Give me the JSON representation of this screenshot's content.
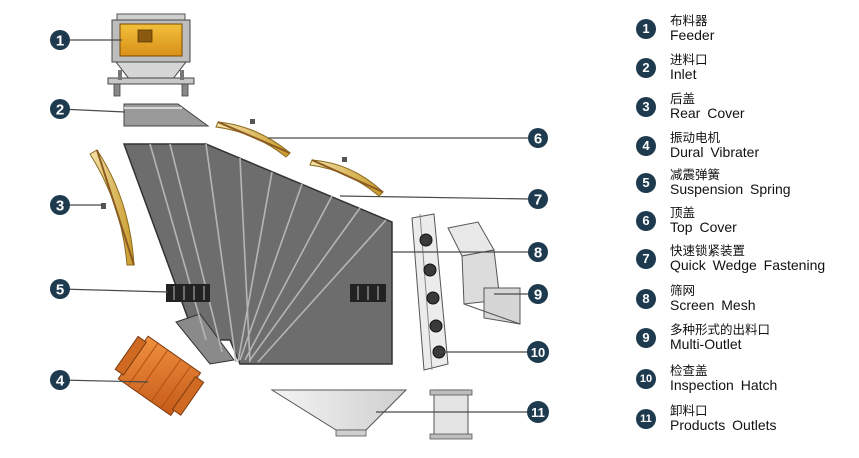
{
  "callouts": [
    {
      "number": "1",
      "chinese": "布料器",
      "english": "Feeder"
    },
    {
      "number": "2",
      "chinese": "进料口",
      "english": "Inlet"
    },
    {
      "number": "3",
      "chinese": "后盖",
      "english": "Rear  Cover"
    },
    {
      "number": "4",
      "chinese": "振动电机",
      "english": "Dural Vibrater"
    },
    {
      "number": "5",
      "chinese": "减震弹簧",
      "english": "Suspension  Spring"
    },
    {
      "number": "6",
      "chinese": "顶盖",
      "english": "Top  Cover"
    },
    {
      "number": "7",
      "chinese": "快速锁紧装置",
      "english": "Quick  Wedge Fastening"
    },
    {
      "number": "8",
      "chinese": "筛网",
      "english": "Screen  Mesh"
    },
    {
      "number": "9",
      "chinese": "多种形式的出料口",
      "english": "Multi-Outlet"
    },
    {
      "number": "10",
      "chinese": "检查盖",
      "english": "Inspection  Hatch"
    },
    {
      "number": "11",
      "chinese": "卸料口",
      "english": "Products  Outlets"
    }
  ],
  "colors": {
    "badge": "#1e3a4f",
    "housing": "#6b6b6b",
    "feeder": "#e8a21e",
    "motor": "#e07a2e",
    "cover_gold": "#d9b040",
    "leader": "#4a4a4a"
  }
}
